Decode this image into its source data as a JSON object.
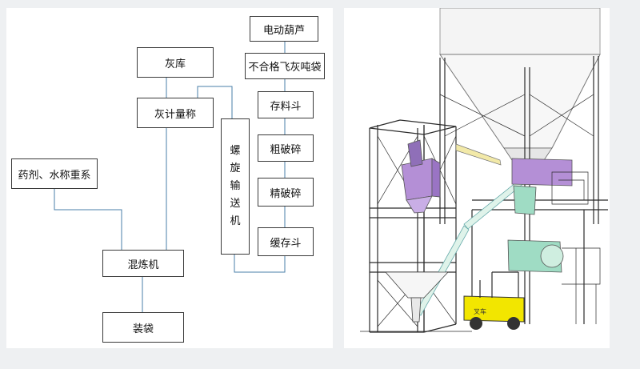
{
  "flow": {
    "ash_bin": "灰库",
    "ash_scale": "灰计量称",
    "agent_water_scale": "药剂、水称重系",
    "mixer": "混炼机",
    "bagging": "装袋",
    "electric_hoist": "电动葫芦",
    "reject_ton_bag": "不合格飞灰吨袋",
    "storage_hopper": "存料斗",
    "coarse_crusher": "粗破碎",
    "fine_crusher": "精破碎",
    "buffer_hopper": "缓存斗",
    "screw_conveyor_chars": [
      "螺",
      "旋",
      "输",
      "送",
      "机"
    ]
  },
  "illustration": {
    "forklift_label": "叉车"
  },
  "colors": {
    "connector": "#4a7fa8",
    "hopper_purple": "#b48fd6",
    "equipment_green": "#9fdcc4",
    "forklift_yellow": "#f2e600"
  }
}
